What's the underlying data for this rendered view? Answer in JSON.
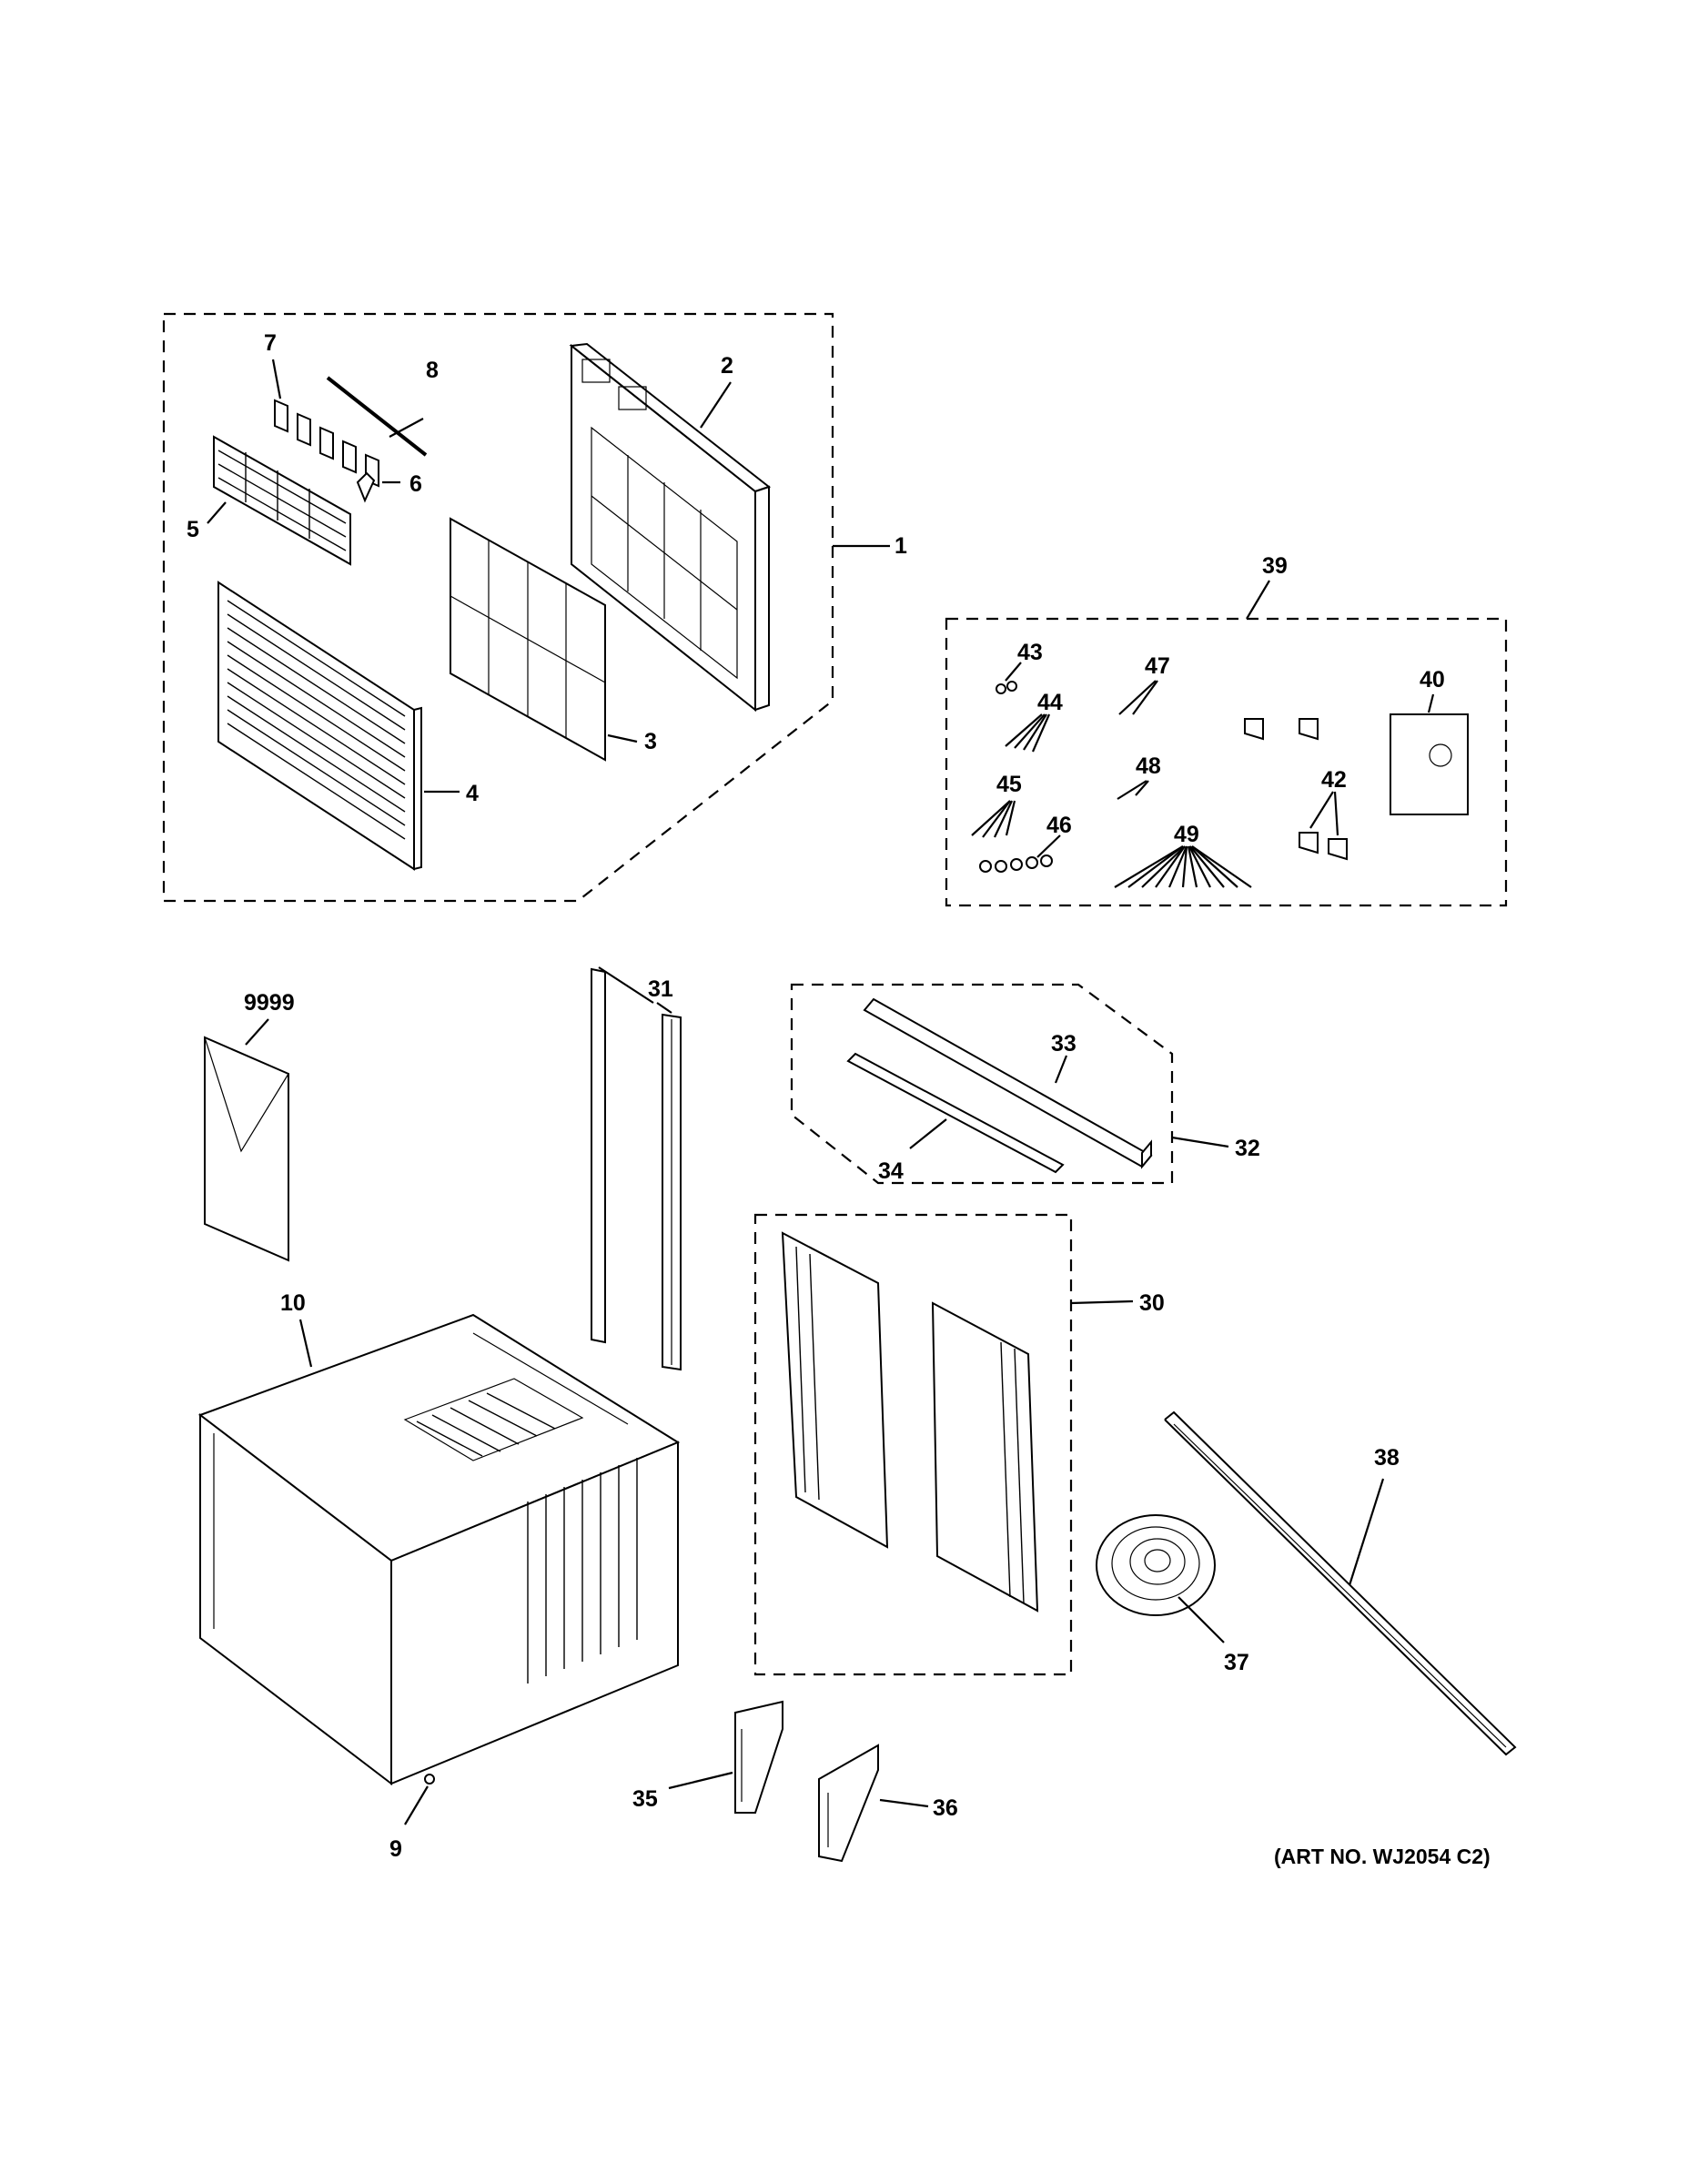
{
  "diagram": {
    "art_number": "(ART NO. WJ2054 C2)",
    "callouts": {
      "c1": "1",
      "c2": "2",
      "c3": "3",
      "c4": "4",
      "c5": "5",
      "c6": "6",
      "c7": "7",
      "c8": "8",
      "c9": "9",
      "c10": "10",
      "c30": "30",
      "c31": "31",
      "c32": "32",
      "c33": "33",
      "c34": "34",
      "c35": "35",
      "c36": "36",
      "c37": "37",
      "c38": "38",
      "c39": "39",
      "c40": "40",
      "c42": "42",
      "c43": "43",
      "c44": "44",
      "c45": "45",
      "c46": "46",
      "c47": "47",
      "c48": "48",
      "c49": "49",
      "c9999": "9999"
    }
  }
}
